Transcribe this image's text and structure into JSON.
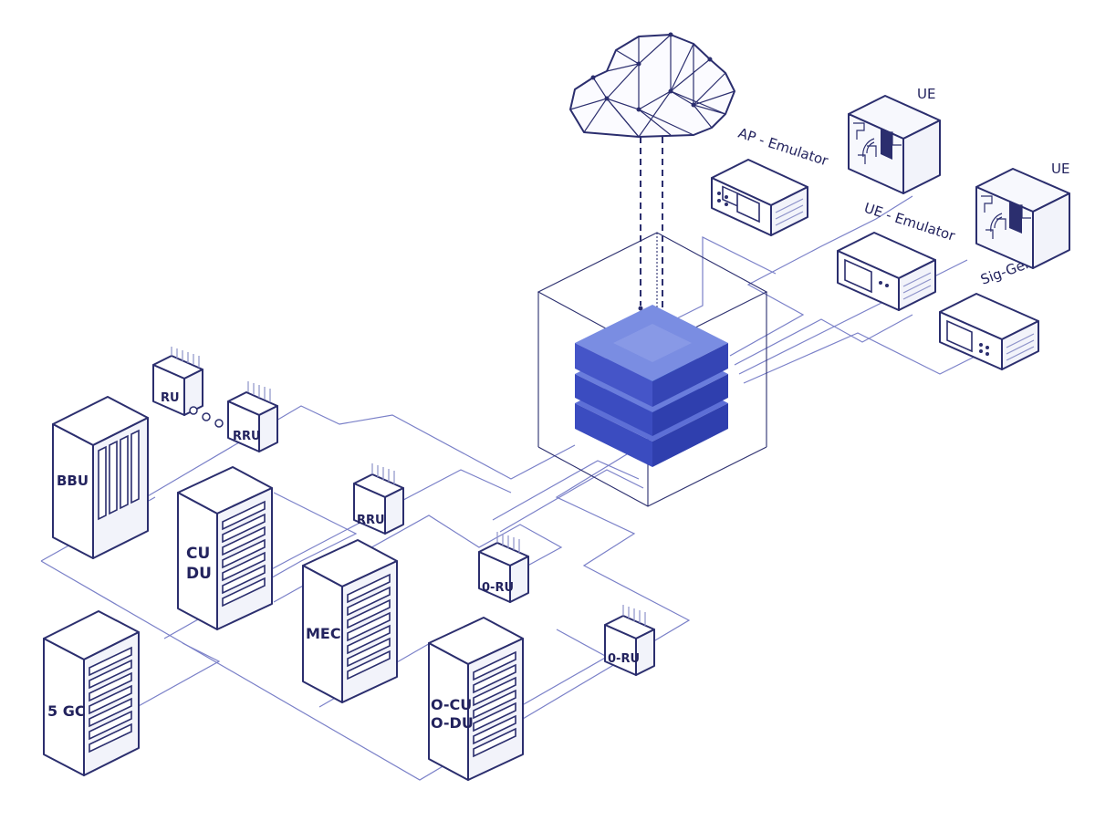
{
  "diagram": {
    "labels": {
      "ap_emulator": "AP - Emulator",
      "ue_emulator": "UE - Emulator",
      "sig_gen": "Sig-Gen",
      "ue_top": "UE",
      "ue_right": "UE",
      "ru": "RU",
      "rru_top": "RRU",
      "rru_middle": "RRU",
      "oru_upper": "0-RU",
      "oru_lower": "0-RU",
      "bbu": "BBU",
      "cu_du_line1": "CU",
      "cu_du_line2": "DU",
      "mec": "MEC",
      "five_gc": "5 GC",
      "ocu_odu_line1": "O-CU",
      "ocu_odu_line2": "O-DU"
    },
    "colors": {
      "outline": "#2b2e6e",
      "link": "#7a80c8",
      "stack_top": "#5d6fd6",
      "stack_side": "#3b4cc0",
      "stack_highlight": "#1e9ad6"
    }
  }
}
